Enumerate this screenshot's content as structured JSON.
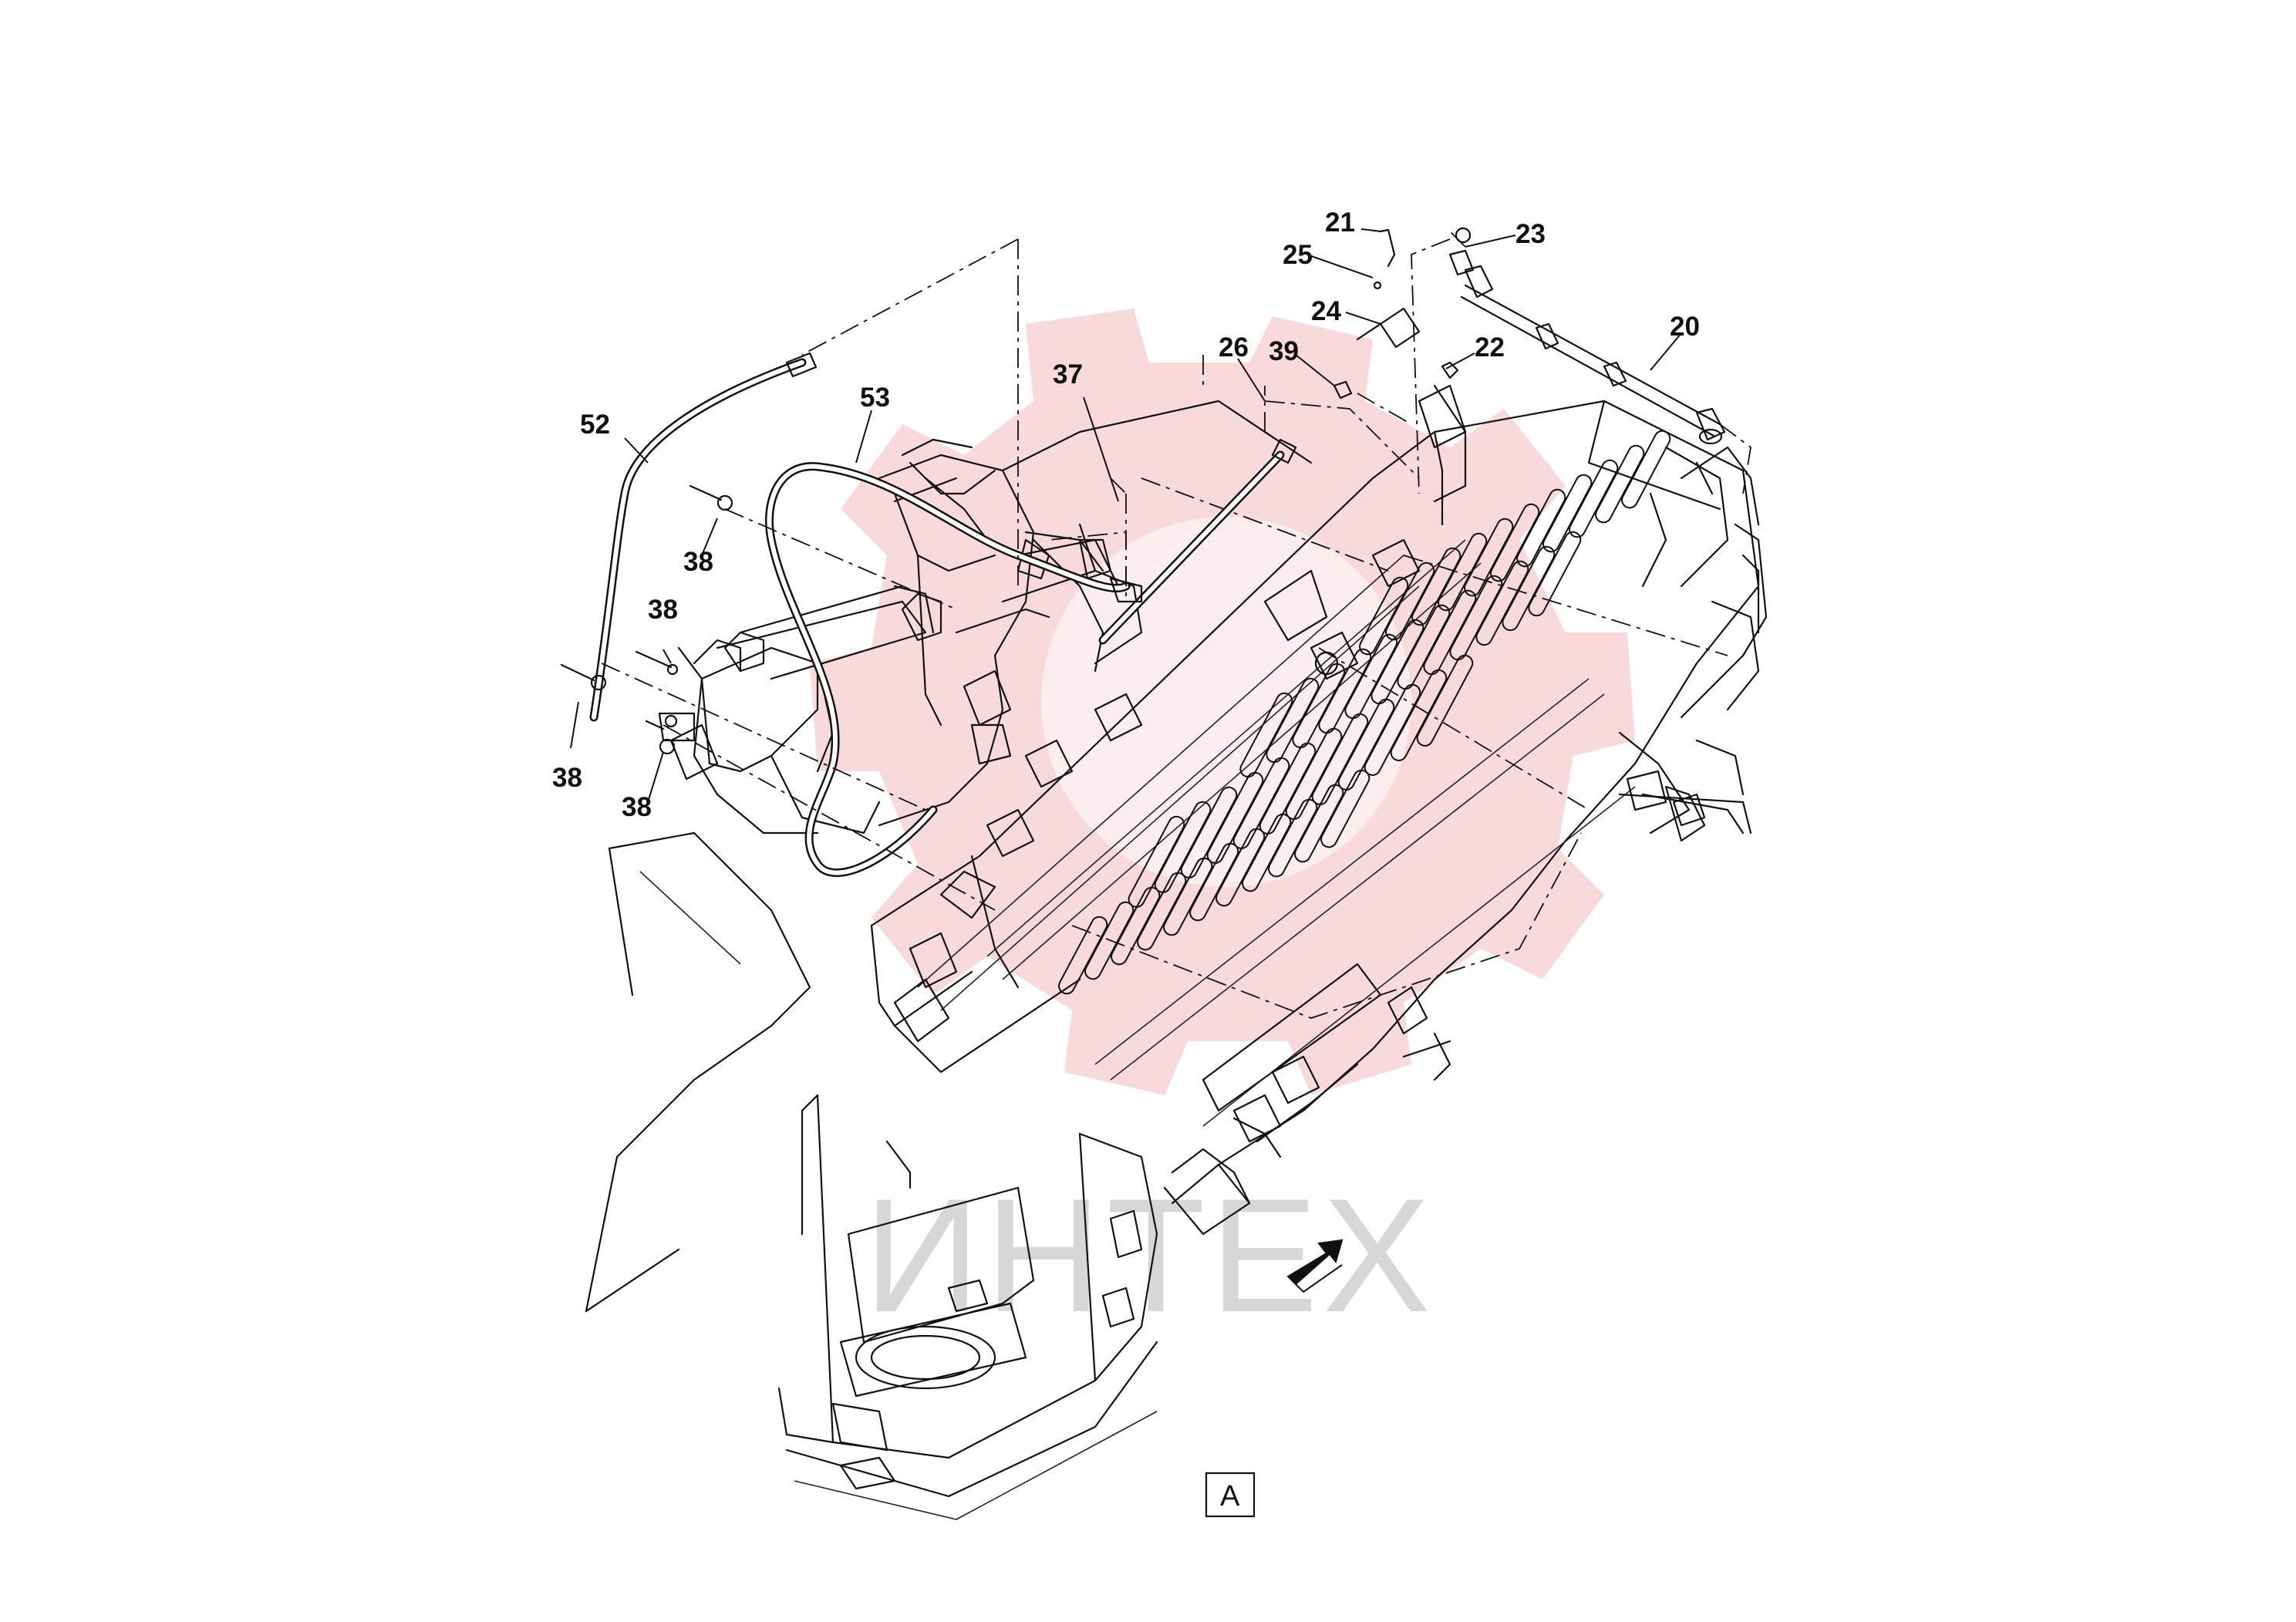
{
  "watermark": {
    "text": "ИНТЕХ"
  },
  "view_label": "A",
  "callouts": [
    {
      "id": "c52a",
      "label": "52"
    },
    {
      "id": "c53",
      "label": "53"
    },
    {
      "id": "c37",
      "label": "37"
    },
    {
      "id": "c38a",
      "label": "38"
    },
    {
      "id": "c38b",
      "label": "38"
    },
    {
      "id": "c38c",
      "label": "38"
    },
    {
      "id": "c38d",
      "label": "38"
    },
    {
      "id": "c26",
      "label": "26"
    },
    {
      "id": "c39",
      "label": "39"
    },
    {
      "id": "c24",
      "label": "24"
    },
    {
      "id": "c21",
      "label": "21"
    },
    {
      "id": "c25",
      "label": "25"
    },
    {
      "id": "c23",
      "label": "23"
    },
    {
      "id": "c22",
      "label": "22"
    },
    {
      "id": "c20",
      "label": "20"
    }
  ],
  "colors": {
    "line": "#111111",
    "watermark_logo": "#f4bcbc",
    "watermark_text": "#d7d7d7"
  }
}
